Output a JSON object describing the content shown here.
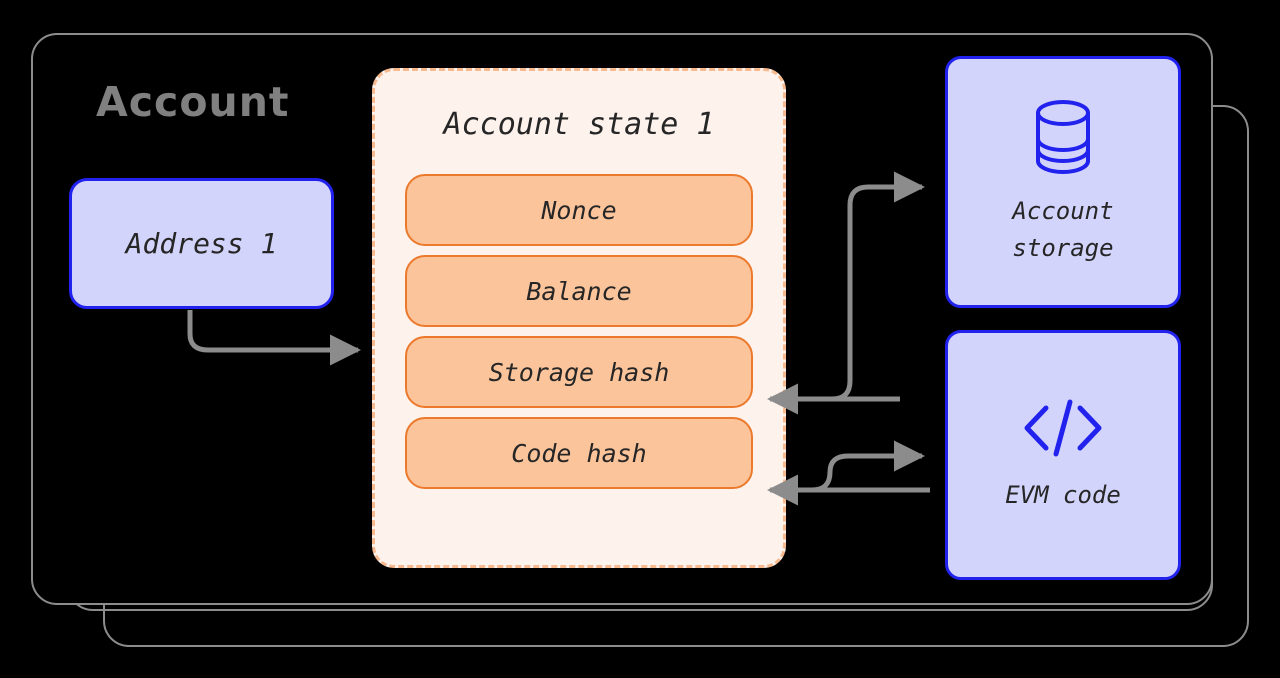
{
  "diagram": {
    "title": "Account",
    "colors": {
      "background": "#000000",
      "frame_stroke": "#8c8c8c",
      "blue_fill": "#d3d4fc",
      "blue_stroke": "#2222ee",
      "state_fill": "#fdf2ec",
      "state_stroke": "#f7b98e",
      "pill_fill": "#fbc49b",
      "pill_stroke": "#ec7a2d",
      "arrow": "#8c8c8c",
      "title_text": "#808080",
      "body_text": "#262626"
    }
  },
  "address": {
    "label": "Address 1"
  },
  "account_state": {
    "title": "Account state 1",
    "fields": [
      {
        "label": "Nonce"
      },
      {
        "label": "Balance"
      },
      {
        "label": "Storage hash"
      },
      {
        "label": "Code hash"
      }
    ]
  },
  "side_nodes": [
    {
      "id": "account-storage",
      "label": "Account\nstorage",
      "icon": "database-icon"
    },
    {
      "id": "evm-code",
      "label": "EVM code",
      "icon": "code-brackets-icon"
    }
  ],
  "connections": [
    {
      "from": "Address 1",
      "to": "Account state 1",
      "direction": "right"
    },
    {
      "from": "Account state 1",
      "to": "Account storage",
      "direction": "right"
    },
    {
      "from": "Account storage",
      "to": "Storage hash",
      "direction": "left"
    },
    {
      "from": "Account state 1",
      "to": "EVM code",
      "direction": "right"
    },
    {
      "from": "EVM code",
      "to": "Code hash",
      "direction": "left"
    }
  ]
}
